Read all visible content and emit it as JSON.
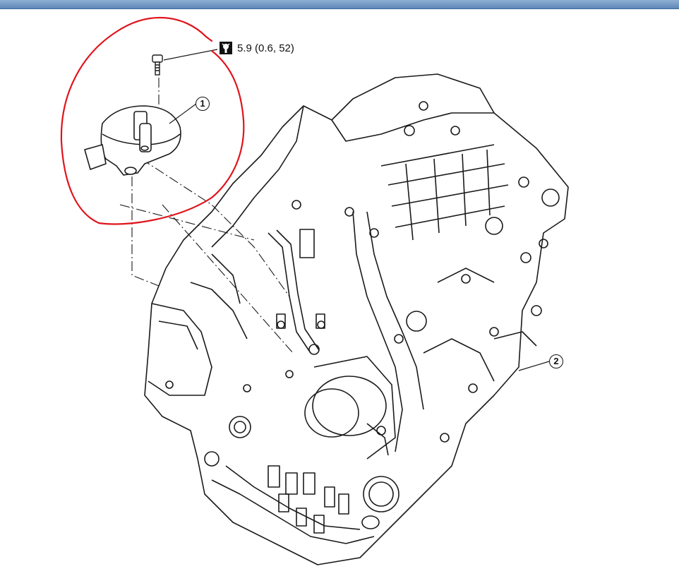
{
  "torque": {
    "icon": "torque-wrench-icon",
    "value": "5.9 (0.6, 52)"
  },
  "callouts": {
    "sensor": "1",
    "transaxle": "2"
  },
  "annotation": {
    "highlight_color": "#e0141c"
  },
  "colors": {
    "line_art": "#1a1a1a",
    "top_bar": "#5f86b6"
  }
}
